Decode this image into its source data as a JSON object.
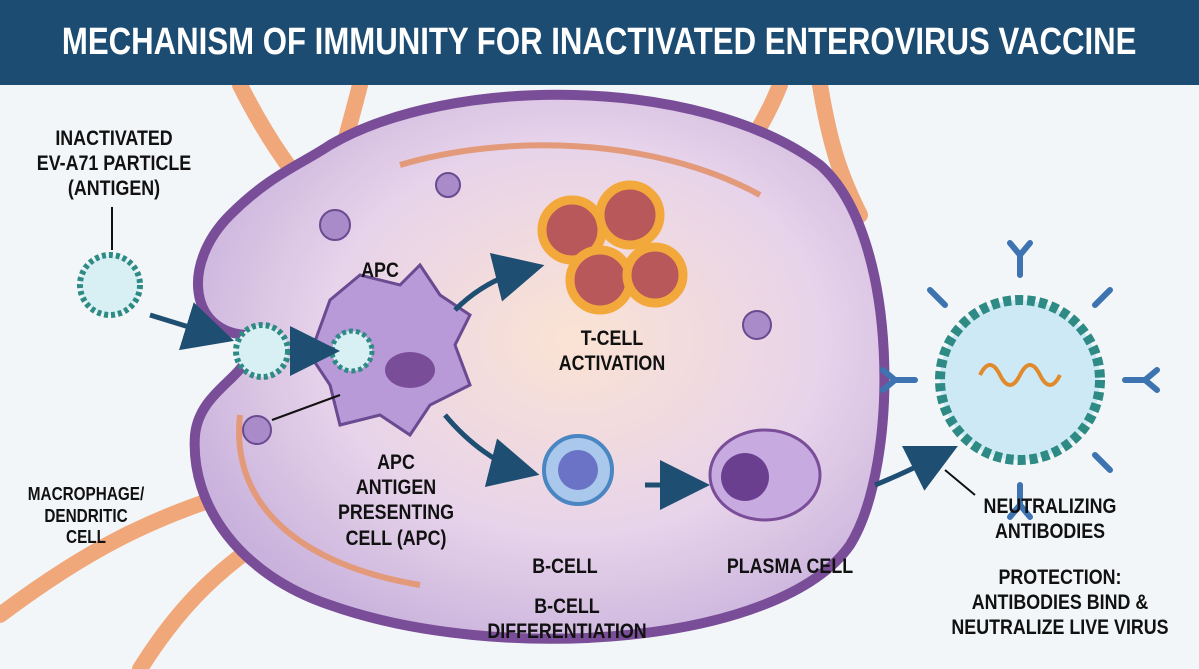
{
  "title": "MECHANISM OF IMMUNITY FOR INACTIVATED ENTEROVIRUS VACCINE",
  "labels": {
    "antigen": [
      "INACTIVATED",
      "EV-A71 PARTICLE",
      "(ANTIGEN)"
    ],
    "apc_top": "APC",
    "tcell": [
      "T-CELL",
      "ACTIVATION"
    ],
    "apc_full": [
      "APC",
      "ANTIGEN",
      "PRESENTING",
      "CELL (APC)"
    ],
    "macrophage": [
      "MACROPHAGE/",
      "DENDRITIC",
      "CELL"
    ],
    "bcell": "B-CELL",
    "bcell_diff": [
      "B-CELL",
      "DIFFERENTIATION"
    ],
    "plasma": "PLASMA CELL",
    "antibodies": [
      "NEUTRALIZING",
      "ANTIBODIES"
    ],
    "protection": [
      "PROTECTION:",
      "ANTIBODIES BIND &",
      "NEUTRALIZE LIVE VIRUS"
    ]
  },
  "colors": {
    "header": "#1d4c72",
    "node": "#c9b2dc",
    "node_border": "#7a4d98",
    "arrow": "#1f4e73",
    "vessel": "#f0a87a"
  }
}
